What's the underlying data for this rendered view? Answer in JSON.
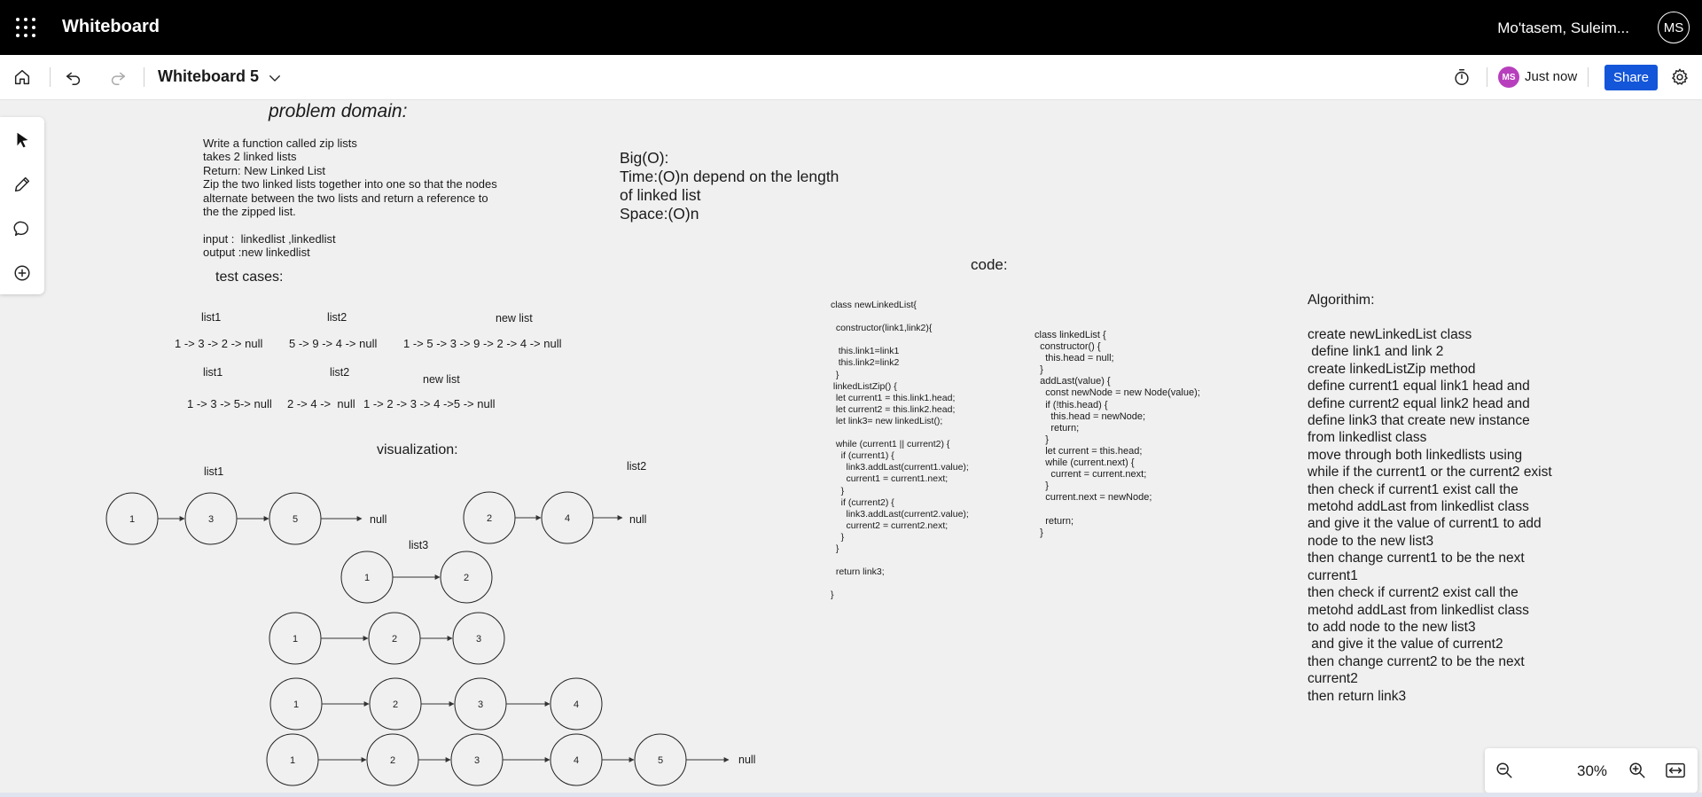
{
  "app": {
    "title": "Whiteboard",
    "user_name": "Mo'tasem, Suleim...",
    "user_initials": "MS"
  },
  "toolbar": {
    "board_title": "Whiteboard 5",
    "presence_initials": "MS",
    "presence_status": "Just now",
    "share_label": "Share"
  },
  "zoom": {
    "level": "30%"
  },
  "icons": {
    "waffle": "app-launcher-icon",
    "home": "home-icon",
    "undo": "undo-icon",
    "redo": "redo-icon",
    "chevron": "chevron-down-icon",
    "timer": "timer-icon",
    "settings": "gear-icon",
    "select": "pointer-icon",
    "pen": "pen-icon",
    "comment": "comment-icon",
    "add": "add-icon",
    "zoom_out": "zoom-out-icon",
    "zoom_in": "zoom-in-icon",
    "fit": "fit-to-screen-icon"
  },
  "colors": {
    "topbar": "#000000",
    "share": "#1456d9",
    "presence_avatar": "#b73fbd",
    "canvas": "#f0f0f0"
  },
  "canvas": {
    "problem_title": "problem domain:",
    "problem_text": "Write a function called zip lists\ntakes 2 linked lists\nReturn: New Linked List\nZip the two linked lists together into one so that the nodes\nalternate between the two lists and return a reference to\nthe the zipped list.\n\ninput :  linkedlist ,linkedlist\noutput :new linkedlist",
    "bigo_text": "Big(O):\nTime:(O)n depend on the length\nof linked list\nSpace:(O)n",
    "test_cases_title": "test cases:",
    "tc1_list1_label": "list1",
    "tc1_list2_label": "list2",
    "tc1_new_label": "new list",
    "tc1_list1": "1 -> 3 -> 2 -> null",
    "tc1_list2": "5 -> 9 -> 4 -> null",
    "tc1_new": "1 -> 5 -> 3 -> 9 -> 2 -> 4 -> null",
    "tc2_list1_label": "list1",
    "tc2_list2_label": "list2",
    "tc2_new_label": "new list",
    "tc2_list1": "1 -> 3 -> 5-> null",
    "tc2_list2": "2 -> 4 ->  null",
    "tc2_new": "1 -> 2 -> 3 -> 4 ->5 -> null",
    "visualization_title": "visualization:",
    "viz_list1_label": "list1",
    "viz_list2_label": "list2",
    "viz_list3_label": "list3",
    "null_label": "null",
    "code_title": "code:",
    "code_left": "class newLinkedList{\n\n  constructor(link1,link2){\n\n   this.link1=link1\n   this.link2=link2\n  }\n linkedListZip() {\n  let current1 = this.link1.head;\n  let current2 = this.link2.head;\n  let link3= new linkedList();\n\n  while (current1 || current2) {\n    if (current1) {\n      link3.addLast(current1.value);\n      current1 = current1.next;\n    }\n    if (current2) {\n      link3.addLast(current2.value);\n      current2 = current2.next;\n    }\n  }\n\n  return link3;\n\n}",
    "code_right": "class linkedList {\n  constructor() {\n    this.head = null;\n  }\n  addLast(value) {\n    const newNode = new Node(value);\n    if (!this.head) {\n      this.head = newNode;\n      return;\n    }\n    let current = this.head;\n    while (current.next) {\n      current = current.next;\n    }\n    current.next = newNode;\n\n    return;\n  }",
    "algorithm_title": "Algorithim:",
    "algorithm_text": "create newLinkedList class\n define link1 and link 2\ncreate linkedListZip method\ndefine current1 equal link1 head and\ndefine current2 equal link2 head and\ndefine link3 that create new instance\nfrom linkedlist class\nmove through both linkedlists using\nwhile if the current1 or the current2 exist\nthen check if current1 exist call the\nmetohd addLast from linkedlist class\nand give it the value of current1 to add\nnode to the new list3\nthen change current1 to be the next\ncurrent1\nthen check if current2 exist call the\nmetohd addLast from linkedlist class\nto add node to the new list3\n and give it the value of current2\nthen change current2 to be the next\ncurrent2\nthen return link3"
  },
  "diagram": {
    "list1_nodes": [
      "1",
      "3",
      "5"
    ],
    "list2_nodes": [
      "2",
      "4"
    ],
    "list3_rows": [
      [
        "1",
        "2"
      ],
      [
        "1",
        "2",
        "3"
      ],
      [
        "1",
        "2",
        "3",
        "4"
      ],
      [
        "1",
        "2",
        "3",
        "4",
        "5"
      ]
    ]
  }
}
